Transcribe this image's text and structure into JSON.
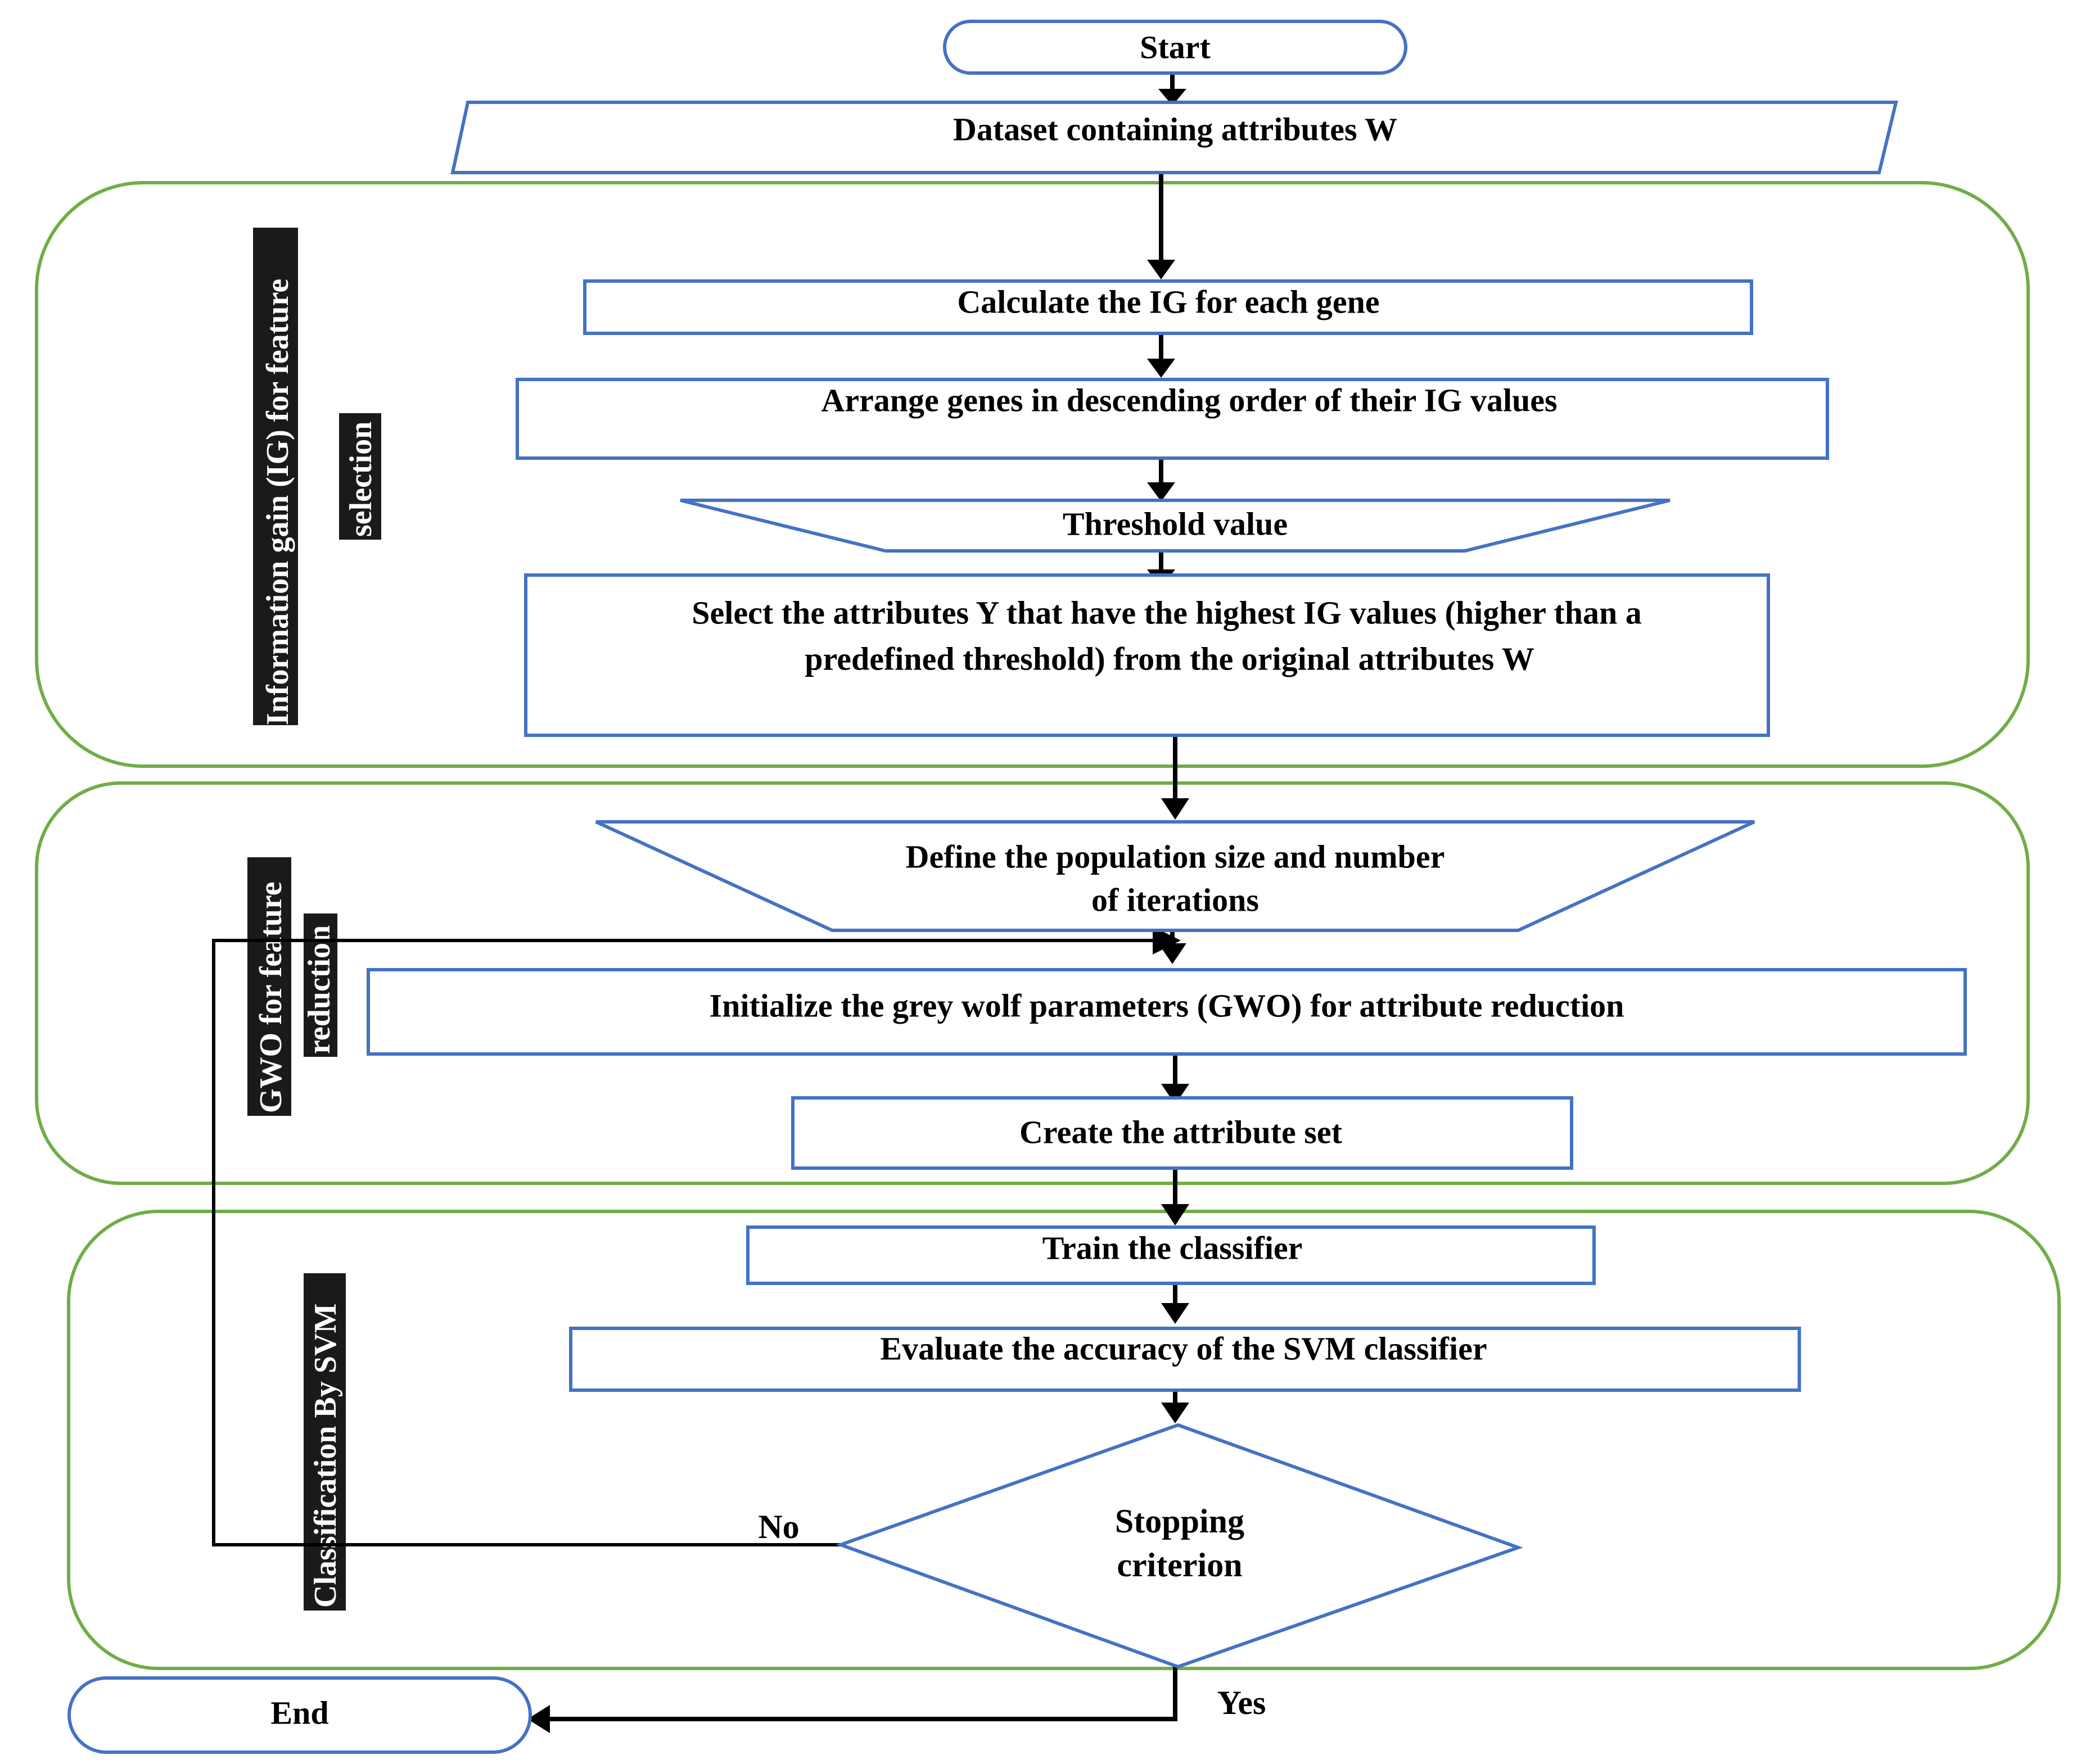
{
  "start_label": "Start",
  "end_label": "End",
  "dataset_label": "Dataset containing attributes W",
  "sections": {
    "ig": {
      "line1": "Information gain (IG) for feature",
      "line2": "selection"
    },
    "gwo": {
      "line1": "GWO for feature",
      "line2": "reduction"
    },
    "svm": {
      "line1": "Classification By SVM"
    }
  },
  "steps": {
    "calc_ig": "Calculate the IG for each gene",
    "arrange": "Arrange genes in descending order of their IG values",
    "threshold": "Threshold value",
    "select_line1": "Select the attributes Y that have the highest IG values (higher than a",
    "select_line2": "predefined threshold) from the original attributes W",
    "define_line1": "Define the population size and number",
    "define_line2": "of iterations",
    "init_gwo": "Initialize the grey wolf parameters (GWO) for attribute reduction",
    "create_set": "Create the attribute set",
    "train": "Train the classifier",
    "evaluate": "Evaluate the accuracy of the SVM classifier"
  },
  "decision": {
    "line1": "Stopping",
    "line2": "criterion",
    "no": "No",
    "yes": "Yes"
  },
  "colors": {
    "box_stroke": "#4472c4",
    "group_stroke": "#70ad47",
    "side_label_bg": "#1a1a1a"
  }
}
